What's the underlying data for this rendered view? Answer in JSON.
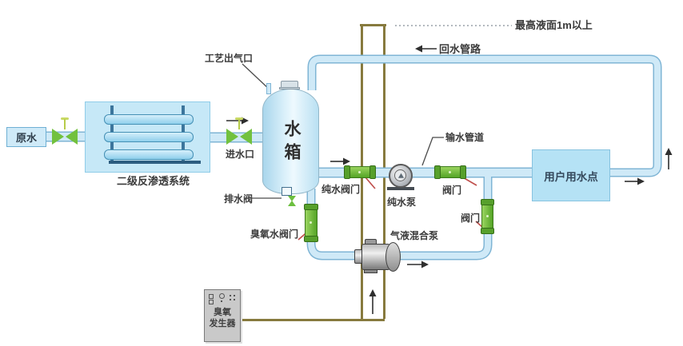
{
  "labels": {
    "raw_water": "原水",
    "ro_system": "二级反渗透系统",
    "inlet_port": "进水口",
    "process_vent": "工艺出气口",
    "tank": "水箱",
    "drain_valve": "排水阀",
    "pure_water_valve": "纯水阀门",
    "ozone_water_valve": "臭氧水阀门",
    "pure_water_pump": "纯水泵",
    "delivery_pipe": "输水管道",
    "valve_after_pump": "阀门",
    "valve_branch": "阀门",
    "gas_liquid_mixing_pump": "气液混合泵",
    "max_liquid_level": "最高液面1m以上",
    "return_pipe": "回水管路",
    "user_water_point": "用户用水点",
    "ozone_generator_line1": "臭氧",
    "ozone_generator_line2": "发生器"
  },
  "colors": {
    "pipe_fill": "#cfe9f7",
    "pipe_border": "#7fb5d5",
    "valve_green": "#6cbf3f",
    "ozone_duct": "#877a3e",
    "pointer_red": "#c0504d",
    "box_blue": "#c6e8f7",
    "equipment_gray": "#c9c9c9"
  }
}
